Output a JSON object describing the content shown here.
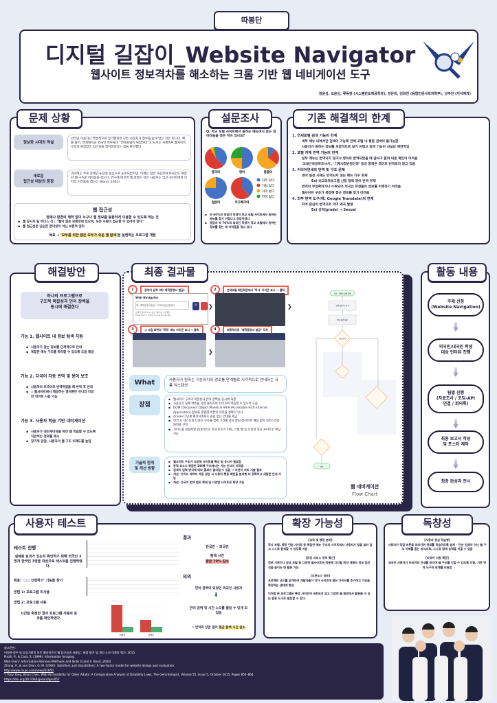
{
  "header": {
    "team": "따봉단",
    "title": "디지털 길잡이_Website Navigator",
    "subtitle": "웹사이트 정보격차를 해소하는 크롬 기반 웹 네비게이션 도구",
    "authors": "정윤성, 오윤상, 류동현 (시스템반도체공학과), 장은비, 김희진 (융합인문사회과학부), 남주진 (지식예과)"
  },
  "problem": {
    "title": "문제 상황",
    "rows": [
      {
        "label": "정보화 시대의 역설",
        "text": "인터넷 이용자는 폭발적으로 증가했지만 모든 사용자가 정보를 쉽게 얻는 것은 아니다. 예를 들어, 연세대학교 외국인 학우들이 \"연세포털이 복잡하다\"고 느끼는 사례에서 웹사이트 구조의 복잡함이 접근성을 떨어뜨린다는 점을 확인했다."
      },
      {
        "label": "새로운\n접근성 대상의 등장",
        "text": "과거에는 주로 장애인·노년층 중심으로 논의되었지만, 이제는 일반 사용자와 외국인도 복잡한 웹 구조로 어려움을 겪는다. 연구에 따르면 웹 경험이 적은 사용자는 낯선 사이트에서 인지적 어려움을 겪는다 (Bond, 2004)"
      }
    ],
    "access_title": "웹 접근성",
    "access_def": "장애나 환경의 제약 없이 누구나 웹 정보를 동등하게 이용할 수 있도록 하는 것",
    "bullets": [
      "웹 창시자 팀 버너스 리 : \"웹의 힘은 보편성에 있으며, 모든 사람이 접근할 수 있어야 한다\"",
      "웹 접근성은 단순한 편의성이 아닌 보편적 권리"
    ],
    "goal_prefix": "목표 → ",
    "goal_highlight": "'모두를 위한 웹은 모두가 쉬운 웹 탐색'",
    "goal_suffix": "을 실현하는 프로그램 개발"
  },
  "survey": {
    "title": "설문조사",
    "question": "Q. 학교 포털 사이트에서 원하는 메뉴까지 찾는 데 어려움을 겪은 적이 있나요?",
    "legend": [
      "자주 있다",
      "가끔 있다",
      "거의 없다",
      "전혀 없다"
    ],
    "colors": [
      "#4472c4",
      "#dd3b2f",
      "#f6a623",
      "#2ca02c"
    ],
    "pies": [
      {
        "label": "중국어",
        "values": [
          37.5,
          54,
          5,
          3.5
        ]
      },
      {
        "label": "영어",
        "values": [
          50,
          0,
          25,
          25
        ]
      },
      {
        "label": "몽골어",
        "values": [
          11.5,
          23.5,
          65,
          0
        ]
      },
      {
        "label": "일본어",
        "values": [
          75,
          0,
          25,
          0
        ]
      },
      {
        "label": "우즈베크어",
        "values": [
          37.5,
          62.5,
          0,
          0
        ]
      }
    ],
    "notes": [
      "약 60%의 응답자 학생이 학교 포털 사이트에서 원하는 메뉴를 찾기 어렵다고 응답하였다",
      "응답자 약 70%의 외국인 학생이 학교 포털에서 원하는 정보를 찾는 데 어려움을 겪고 있다"
    ]
  },
  "limits": {
    "title": "기존 해결책의 한계",
    "items": [
      {
        "head": "1. 연세포털 검색 기능의 한계",
        "subs": [
          "세부 메뉴 내에서만 검색이 가능해 전체 포털 내 통합 검색이 불가능함",
          "사용자가 원하는 정보를 포함하므로 찾기 어렵고 검색 기능이 사실상 제한적임"
        ]
      },
      {
        "head": "2. 포털 자체 번역 기능의 한계",
        "subs": [
          "일부 메뉴는 번역되지 않거나 영어로 번역되었을 때 글씨가 잘려 내용 확인이 어려움",
          "'교내근로장학조사서', '기재사항변경신청' 등의 항목은 영어로 번역되지 않고 있음"
        ]
      },
      {
        "head": "3. 커리어연세의 번역 및 구조 문제",
        "subs": [
          "영어 설정 시에도 번역되지 않는 메뉴 다수 존재",
          "Ex) 비교과프로그램 신청 항목 영어 번역 부재",
          "번역이 부정확하거나 누락되어 외국인 학생들이 정보를 이해하기 어려움",
          "웹사이트 구조가 복잡해 접근 경로를 찾기 어려움"
        ]
      },
      {
        "head": "4. 외부 번역 도구(예: Google Translate)의 한계",
        "subs": [
          "직역 중심의 번역으로 의미 왜곡 발생",
          "Ex) 성적(grade) → Sexual"
        ]
      }
    ]
  },
  "solution": {
    "title": "해결방안",
    "intro": "하나의 프로그램으로\n구조적 복잡성과 언어 장벽을\n동시에 해결한다",
    "features": [
      {
        "head": "기능 1. 웹사이트 내 정보 탐색 지원",
        "items": [
          "사용자가 찾는 정보를 단계적으로 안내",
          "복잡한 메뉴 구조를 파악할 수 있도록 도움 제공"
        ]
      },
      {
        "head": "기능 2. 다국어 자동 번역 및 용어 보조",
        "items": [
          "사용자의 모국어로 번역하였을 때 번역 후 안내",
          "∴ 웹사이트에서 제공하는 영어뿐만 아니라 다양한 언어로 사용 가능"
        ]
      },
      {
        "head": "기능 3. 사용자 학습 기반 네비게이션",
        "items": [
          "사용자가 네비게이션을 따라 웹 학습할 수 있도록 직관적인 경로를 제시",
          "장기적 관점, 사용자의 웹 구조 이해도를 높임"
        ]
      }
    ]
  },
  "result": {
    "title": "최종 결과물",
    "steps": [
      {
        "n": "1",
        "label": "검색어 입력 (예: 재학증명서 발급)"
      },
      {
        "n": "2",
        "label": "연세포털 메인화면에서 '학사' 아이콘 표시 → 클릭"
      },
      {
        "n": "3",
        "label": "그 다음 화면의 '학적' 메뉴 아이콘 표시 → 클릭"
      },
      {
        "n": "4",
        "label": "최종적으로 \"재학증명서 발급\" 도착"
      }
    ],
    "ext": {
      "name": "Web Navigator",
      "placeholder": "예: 재학증명서발급 / 교육비납입증명서",
      "hint1": "안내가 끝나면 ESC 또는 '중지'를 누르세요",
      "hint2": "Press ESC or 'Stop' to end the guide."
    },
    "what_label": "What",
    "what": "사용자가 원하는 기능까지의 경로를 단계별로 시각적으로 안내하는 크롬 익스텐션",
    "pros_label": "장점",
    "pros": [
      "웹사이트 구조의 복잡성과 언어 장벽을 동시에 해결",
      "사용자가 실제 버튼을 직접 클릭하며 따라가며 학습할 수 있도록 도움",
      "DOM (Document Object Model)과 ARIA (Accessible Rich Internet Application) 정보를 결합해 버튼의 의미를 정확히 인식",
      "iframe 다단계 페이지에서도 끊김 없는 안내를 제공",
      "번역 시 텍스트와 디자인 구조를 함께 고려해 글자 잘림·레이아웃 깨짐 없이 자연스러운 화면을 구현",
      "가이드를 설정파일 업데이트로 유지 보수가 쉬워, 크롬 웹 등 다양한 외국 사이트로 확장 가능"
    ],
    "limit_label": "기술적 한계\n및 개선 방향",
    "limits": [
      "웹사이트 구조가 다양해 사이트별 특성 및 유지가 필요함",
      "동적 요소나 복잡한 DOM 구조에서는 기능 인식이 어려움",
      "검색어 입력 방식에 따라 결과가 달라질 수 있음 → 자연어 처리 기술 필요",
      "개선: 가이드 데이터 자동 생성 시 사용자 행동 패턴을 분석해 더 정확하고 세밀한 안내 가능",
      "개선: 다국어 번역 범위 확대 및 다양한 사이트로 확장 가능"
    ],
    "flow_title": "웹 네비게이션",
    "flow_sub": "Flow Chart",
    "flow_nodes": [
      "시작 - 사용자 검색 입력",
      "검색 질문어 / 분석",
      "안내 경로 생성",
      "조건 분기",
      "종료"
    ]
  },
  "activity": {
    "title": "활동 내용",
    "steps": [
      "주제 선정\n(Website Navigation)",
      "외국인/내국인 학생\n대상 인터뷰 진행",
      "팀별 진행\n(자료조사 / 코딩-API\n연결 / 회의록)",
      "최종 보고서 작성\n및 포스터 제작",
      "최종 완성과 전시"
    ]
  },
  "usertest": {
    "title": "사용자 테스트",
    "proc_title": "테스트 진행",
    "proc_text": "실제로 효과가 있는지 확인하기 위해 외국인 3명과 한국인 3명을 대상으로 테스트를 진행하였다.",
    "goal": "목표: '○○ 신청하기' 기능을 찾기",
    "m1": "방법 1: 프로그램 미사용",
    "m2": "방법 2: 프로그램 사용",
    "conclusion": "시간을 측정한 결과 프로그램 사용의 효과를 확인하였다.",
    "res_title": "결과",
    "res_group": "한국인 – 외국인",
    "res_metric": "탐색 시간",
    "res_value": "평균 70% 감소",
    "sig_title": "의의",
    "sig_1": "언어 장벽이 있었던 외국인 사용자",
    "sig_2": "언어 장벽 및 시간 소모를 줄일 수 있게 되었음",
    "sig_3_prefix": "∴ 언어와 상관 없이 ",
    "sig_3_hl": "평균 탐색 시간 감소"
  },
  "chart_data": {
    "type": "bar",
    "categories": [
      "외국인",
      "한국인"
    ],
    "series": [
      {
        "name": "프로그램 미사용",
        "values": [
          100,
          45
        ]
      },
      {
        "name": "프로그램 사용",
        "values": [
          20,
          20
        ]
      }
    ],
    "colors": [
      "#d2473f",
      "#4caf72"
    ],
    "ylim": [
      0,
      110
    ]
  },
  "scalability": {
    "title": "확장 가능성",
    "sections": [
      {
        "head": "[교육 및 행정 분야]",
        "text": "학사 포털, 행정 민원 사이트 등 복잡한 메뉴 구조의 사이트에서 사용자가 길을 잃지 않고 스스로 탐색할 수 있도록 지원"
      },
      {
        "head": "[공공 서비스 영역 확산]",
        "text": "정부 기관이나 공공 포털 등 다양한 웹사이트에 적용해 디지털 취약 계층의 정보 접근성을 높이는 데 활용 가능"
      },
      {
        "head": "[오픈소스 공유]",
        "text": "프로젝트 코드를 공개하여 개발자들이 각자 사이트에 맞는 가이드를 추가하고 기능을 확장하는 생태계 형성"
      },
      {
        "head": "",
        "text": "이처럼 본 프로그램은 특정 사이트에 국한되지 않고 다양한 웹 환경에서 활용될 수 있는 범용 도구로 발전할 수 있다."
      }
    ]
  },
  "originality": {
    "title": "독창성",
    "sections": [
      {
        "head": "[사용자 중심 학습형]",
        "text": "사용자가 직접 버튼을 따라가며 경로를 학습하도록 설계 – 단순 검색이 아닌 웹 구조 이해를 돕는 방식으로, 스스로 탐색 능력을 키울 수 있음"
      },
      {
        "head": "[다국어 지원 확장]",
        "text": "외국인 사용자가 모국어로 안내를 받으며 웹 구조를 익힐 수 있도록 지원, 기존 번역 도구의 한계를 보완함"
      }
    ]
  },
  "references": {
    "title": "참고문헌:",
    "items": [
      "이정현·정우 외 공공기관의 모든 웹사이트의 웹 접근성과 사용성 : 통합 평가 및 개선 소의 이용자 평가. 2015.",
      "Pirolli, P., & Card, S. (1999). Information foraging.",
      "Web Users' Information Retrieval Methods and Skills (Carol S. Bond, 2004)",
      "Zhang, P., & von Dran, G. M. (2000). Satisfiers and dissatisfiers: A two-factor model for website design and evaluation.",
      "http://www.mujn.com/news/61650",
      "Y. Tony Yang, Brian Chen, Web Accessibility for Older Adults: A Comparative Analysis of Disability Laws, The Gerontologist, Volume 55, Issue 5, October 2015, Pages 854–864,",
      "https://doi.org/10.1093/geront/gnv057"
    ]
  }
}
